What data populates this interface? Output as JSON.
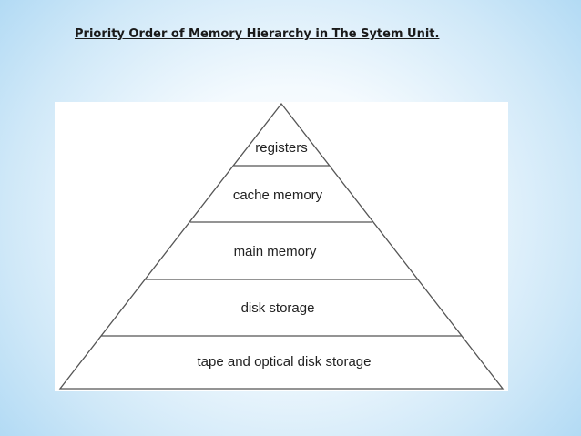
{
  "slide": {
    "title": "Priority Order of Memory Hierarchy in The Sytem Unit."
  },
  "diagram": {
    "type": "pyramid",
    "levels": [
      "registers",
      "cache memory",
      "main memory",
      "disk storage",
      "tape and optical disk storage"
    ],
    "colors": {
      "outline": "#555555",
      "text": "#222222",
      "panel": "#ffffff"
    }
  }
}
